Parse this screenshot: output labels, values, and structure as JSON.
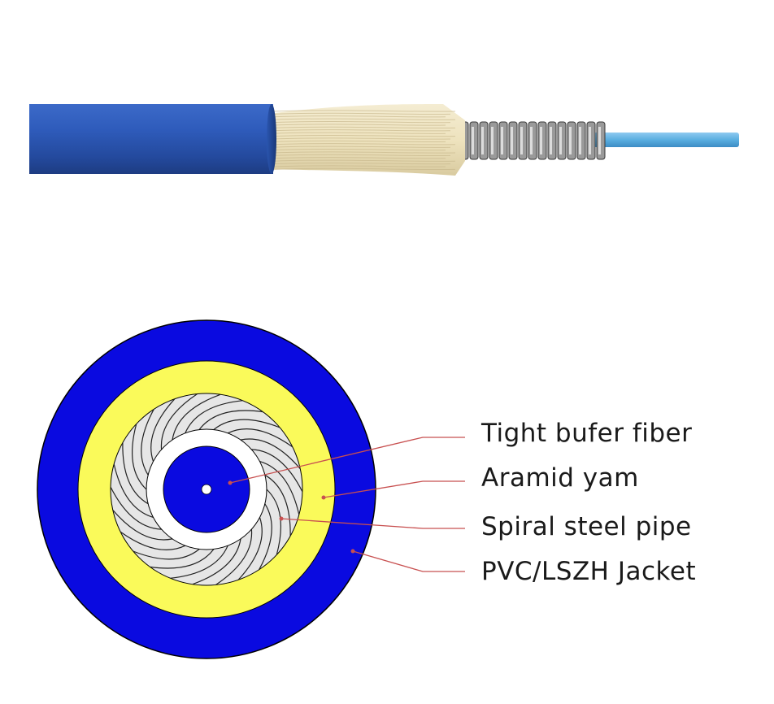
{
  "labels": [
    {
      "id": "tight-buffer",
      "text": "Tight bufer fiber"
    },
    {
      "id": "aramid",
      "text": "Aramid yam"
    },
    {
      "id": "steel-pipe",
      "text": "Spiral steel pipe"
    },
    {
      "id": "jacket",
      "text": "PVC/LSZH Jacket"
    }
  ],
  "colors": {
    "jacket": "#0a0ae0",
    "aramid": "#fafa5a",
    "steel": "#e6e6e6",
    "buffer_ring": "#ffffff",
    "fiber_core": "#0a0ae0",
    "leader": "#c85050",
    "cable_jacket": "#2c58b8",
    "cable_fiber": "#55a8dc",
    "cable_yarn": "#eee3be"
  }
}
